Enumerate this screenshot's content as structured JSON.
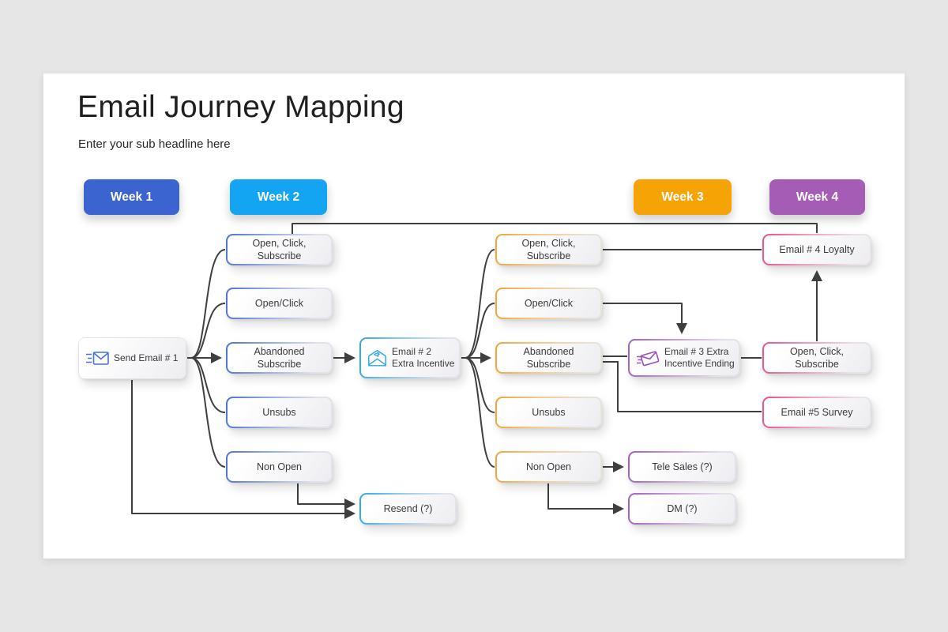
{
  "header": {
    "title": "Email Journey Mapping",
    "subtitle": "Enter your sub headline here"
  },
  "weeks": [
    {
      "label": "Week 1",
      "color": "#3c64d0"
    },
    {
      "label": "Week 2",
      "color": "#14a5f2"
    },
    {
      "label": "Week 3",
      "color": "#f6a306"
    },
    {
      "label": "Week 4",
      "color": "#a55cb5"
    }
  ],
  "accent_colors": {
    "week2_column": "#4a72d4",
    "cyan_email_nodes": "#30a5e8",
    "week3_column": "#f2a237",
    "purple_nodes": "#a05dbe",
    "week4_column": "#e84f8c",
    "connector_line": "#3f3f3f"
  },
  "nodes": {
    "send_email_1": "Send Email # 1",
    "w2_open_click_subscribe": "Open, Click, Subscribe",
    "w2_open_click": "Open/Click",
    "w2_abandoned_subscribe": "Abandoned Subscribe",
    "w2_unsubs": "Unsubs",
    "w2_non_open": "Non Open",
    "email_2": "Email # 2 Extra Incentive",
    "w3_open_click_subscribe": "Open, Click, Subscribe",
    "w3_open_click": "Open/Click",
    "w3_abandoned_subscribe": "Abandoned Subscribe",
    "w3_unsubs": "Unsubs",
    "w3_non_open": "Non Open",
    "email_3": "Email # 3 Extra Incentive Ending",
    "email_4_loyalty": "Email # 4 Loyalty",
    "w4_open_click_subscribe": "Open, Click, Subscribe",
    "email_5_survey": "Email #5 Survey",
    "resend": "Resend (?)",
    "tele_sales": "Tele Sales (?)",
    "dm": "DM (?)"
  },
  "icons": {
    "send_email_1": "speed-envelope-icon",
    "email_2": "open-envelope-promo-icon",
    "email_3": "speed-envelope-icon"
  }
}
